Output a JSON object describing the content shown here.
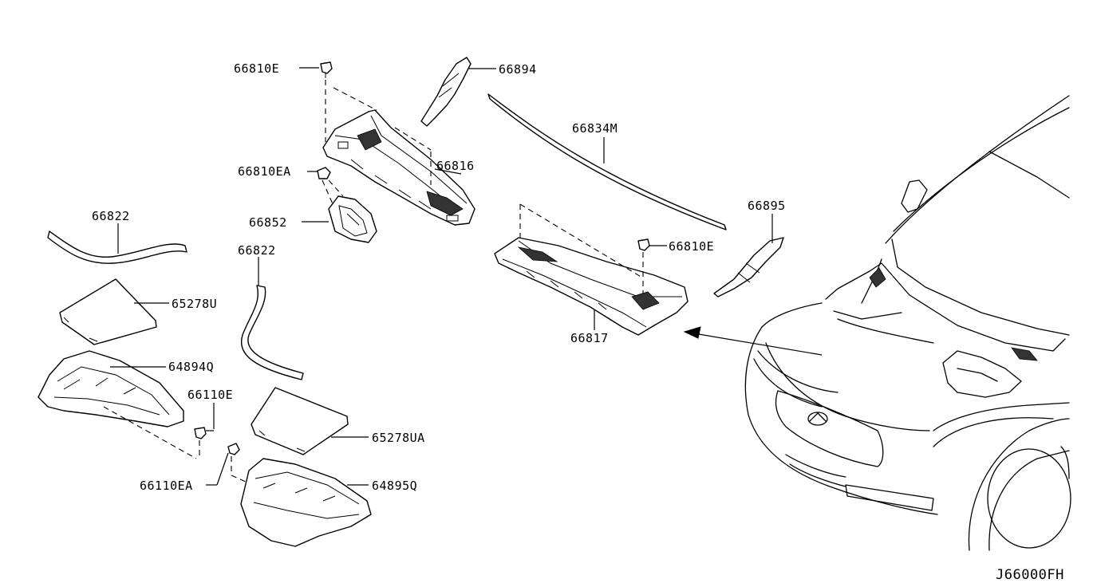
{
  "parts": {
    "p66810E_top": "66810E",
    "p66894": "66894",
    "p66834M": "66834M",
    "p66810EA": "66810EA",
    "p66816": "66816",
    "p66852": "66852",
    "p66895": "66895",
    "p66810E_right": "66810E",
    "p66822_left": "66822",
    "p66822_mid": "66822",
    "p65278U": "65278U",
    "p64894Q": "64894Q",
    "p66817": "66817",
    "p66110E": "66110E",
    "p65278UA": "65278UA",
    "p66110EA": "66110EA",
    "p64895Q": "64895Q"
  },
  "diagram_code": "J66000FH"
}
